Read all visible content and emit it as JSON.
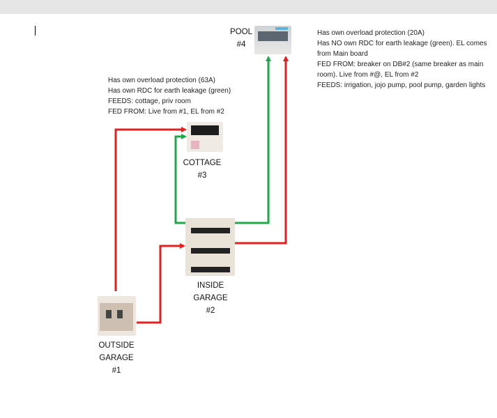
{
  "colors": {
    "live": "#e41f1f",
    "earth": "#1fa84a"
  },
  "pool": {
    "label_line1": "POOL",
    "label_line2": "#4",
    "notes": [
      "Has own overload protection (20A)",
      "Has NO own RDC for earth leakage (green). EL comes",
      "from Main board",
      "FED FROM: breaker on DB#2 (same breaker as main",
      "room). Live from #@, EL from #2",
      "FEEDS: irrigation, jojo pump, pool pump, garden lights"
    ]
  },
  "cottage": {
    "label_line1": "COTTAGE",
    "label_line2": "#3",
    "notes": [
      "Has own overload protection (63A)",
      "Has own RDC for earth leakage (green)",
      "FEEDS: cottage, priv room",
      "FED FROM: Live from #1, EL from #2"
    ]
  },
  "inside_garage": {
    "label_line1": "INSIDE",
    "label_line2": "GARAGE",
    "label_line3": "#2"
  },
  "outside_garage": {
    "label_line1": "OUTSIDE",
    "label_line2": "GARAGE",
    "label_line3": "#1"
  }
}
